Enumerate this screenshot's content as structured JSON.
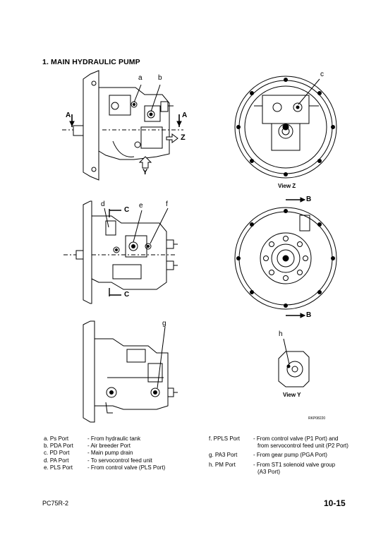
{
  "heading": "1. MAIN HYDRAULIC PUMP",
  "callouts": {
    "a": "a",
    "b": "b",
    "c": "c",
    "d": "d",
    "e": "e",
    "f": "f",
    "g": "g",
    "h": "h",
    "A": "A",
    "Z": "Z",
    "Y": "Y",
    "B": "B",
    "C": "C"
  },
  "view_labels": {
    "view_z": "View Z",
    "view_y": "View Y"
  },
  "reference_code": "RKP08220",
  "legend_left": [
    {
      "code": "a. Ps Port",
      "desc": "- From hydraulic tank"
    },
    {
      "code": "b. PDA Port",
      "desc": "- Air breeder Port"
    },
    {
      "code": "c. PD Port",
      "desc": "- Main pump drain"
    },
    {
      "code": "d. PA Port",
      "desc": "- To servocontrol feed unit"
    },
    {
      "code": "e. PLS Port",
      "desc": "- From control valve (PLS Port)"
    }
  ],
  "legend_right": [
    {
      "code": "f. PPLS Port",
      "desc": "- From control valve (P1 Port) and",
      "desc2": "from servocontrol feed unit (P2 Port)"
    },
    {
      "code": "g. PA3 Port",
      "desc": "- From gear pump (PGA Port)",
      "desc2": ""
    },
    {
      "code": "h. PM Port",
      "desc": "- From ST1 solenoid valve group",
      "desc2": "(A3 Port)"
    }
  ],
  "footer": {
    "model": "PC75R-2",
    "page": "10-15"
  }
}
